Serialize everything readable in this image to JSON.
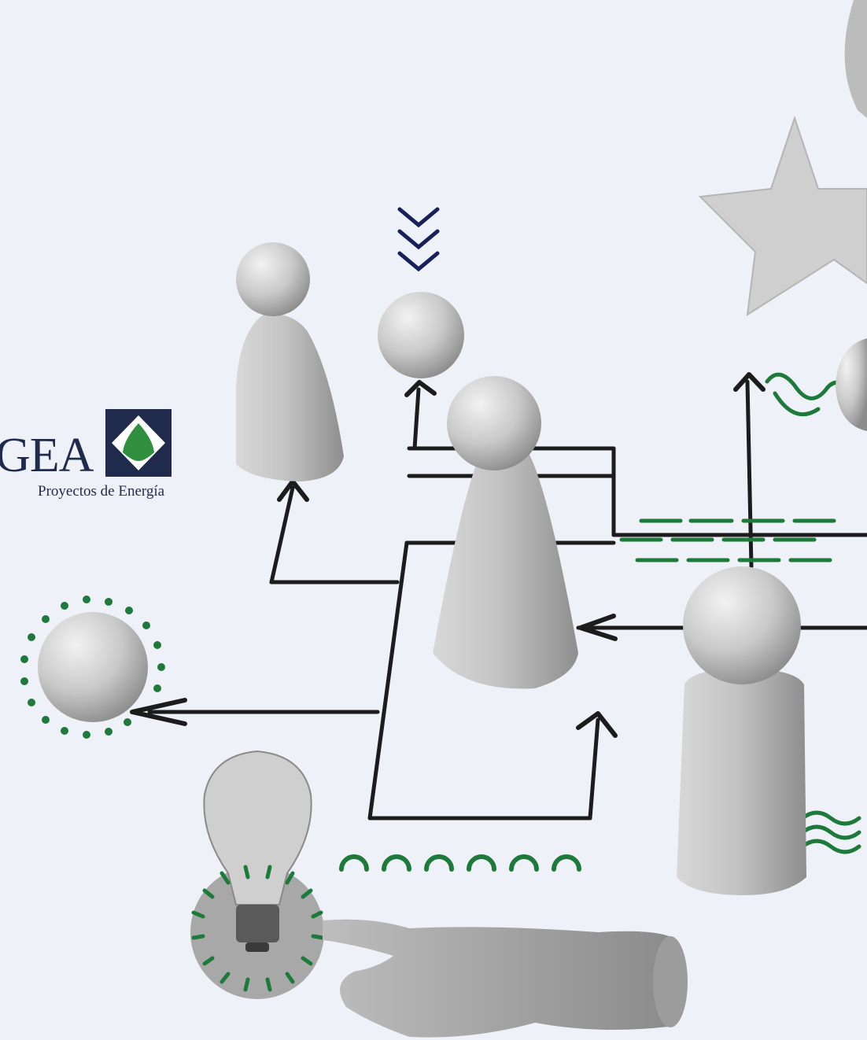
{
  "logo": {
    "name": "GEA",
    "tagline": "Proyectos de Energía",
    "brand_color": "#1f2a4d",
    "accent_color": "#2f8f3e"
  },
  "colors": {
    "background": "#eef2f8",
    "line": "#1c1c1c",
    "green": "#1e7a3a",
    "navy": "#17205a"
  },
  "icons": [
    "chevron-stack-icon",
    "arrow-icon",
    "lightbulb-icon",
    "star-shape",
    "wave-icon"
  ]
}
